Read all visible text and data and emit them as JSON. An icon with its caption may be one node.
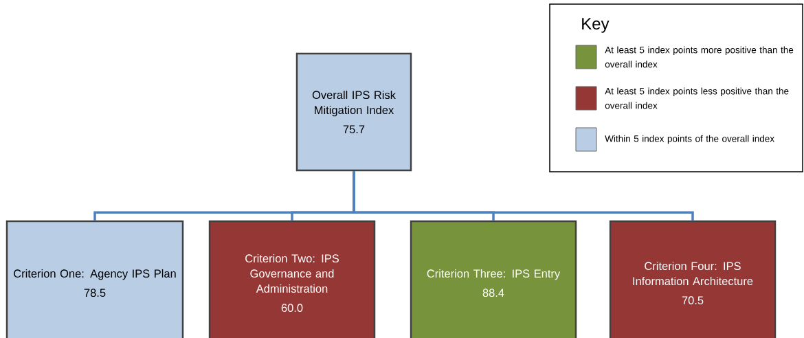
{
  "diagram": {
    "nodes": [
      {
        "text": [
          "Overall IPS Risk Mitigation Index",
          "75.7"
        ]
      },
      {
        "text": [
          "Criterion One: Agency IPS Plan",
          "78.5"
        ]
      },
      {
        "text": [
          "Criterion Two: IPS Governance and Administration",
          "60.0"
        ]
      },
      {
        "text": [
          "Criterion Three: IPS Entry",
          "88.4"
        ]
      },
      {
        "text": [
          "Criterion Four: IPS Information Architecture",
          "70.5"
        ]
      }
    ],
    "edges": [
      {
        "from": 0,
        "to": 1,
        "arrow": "none"
      },
      {
        "from": 0,
        "to": 2,
        "arrow": "none"
      },
      {
        "from": 0,
        "to": 3,
        "arrow": "none"
      },
      {
        "from": 0,
        "to": 4,
        "arrow": "none"
      }
    ],
    "labels": [
      "Key"
    ],
    "legend": [
      {
        "text": "At least 5 index points more positive than the overall index",
        "color": "#77933c"
      },
      {
        "text": "At least 5 index points less positive than the overall index",
        "color": "#953735"
      },
      {
        "text": "Within 5 index points of the overall index",
        "color": "#b9cde5"
      }
    ]
  }
}
